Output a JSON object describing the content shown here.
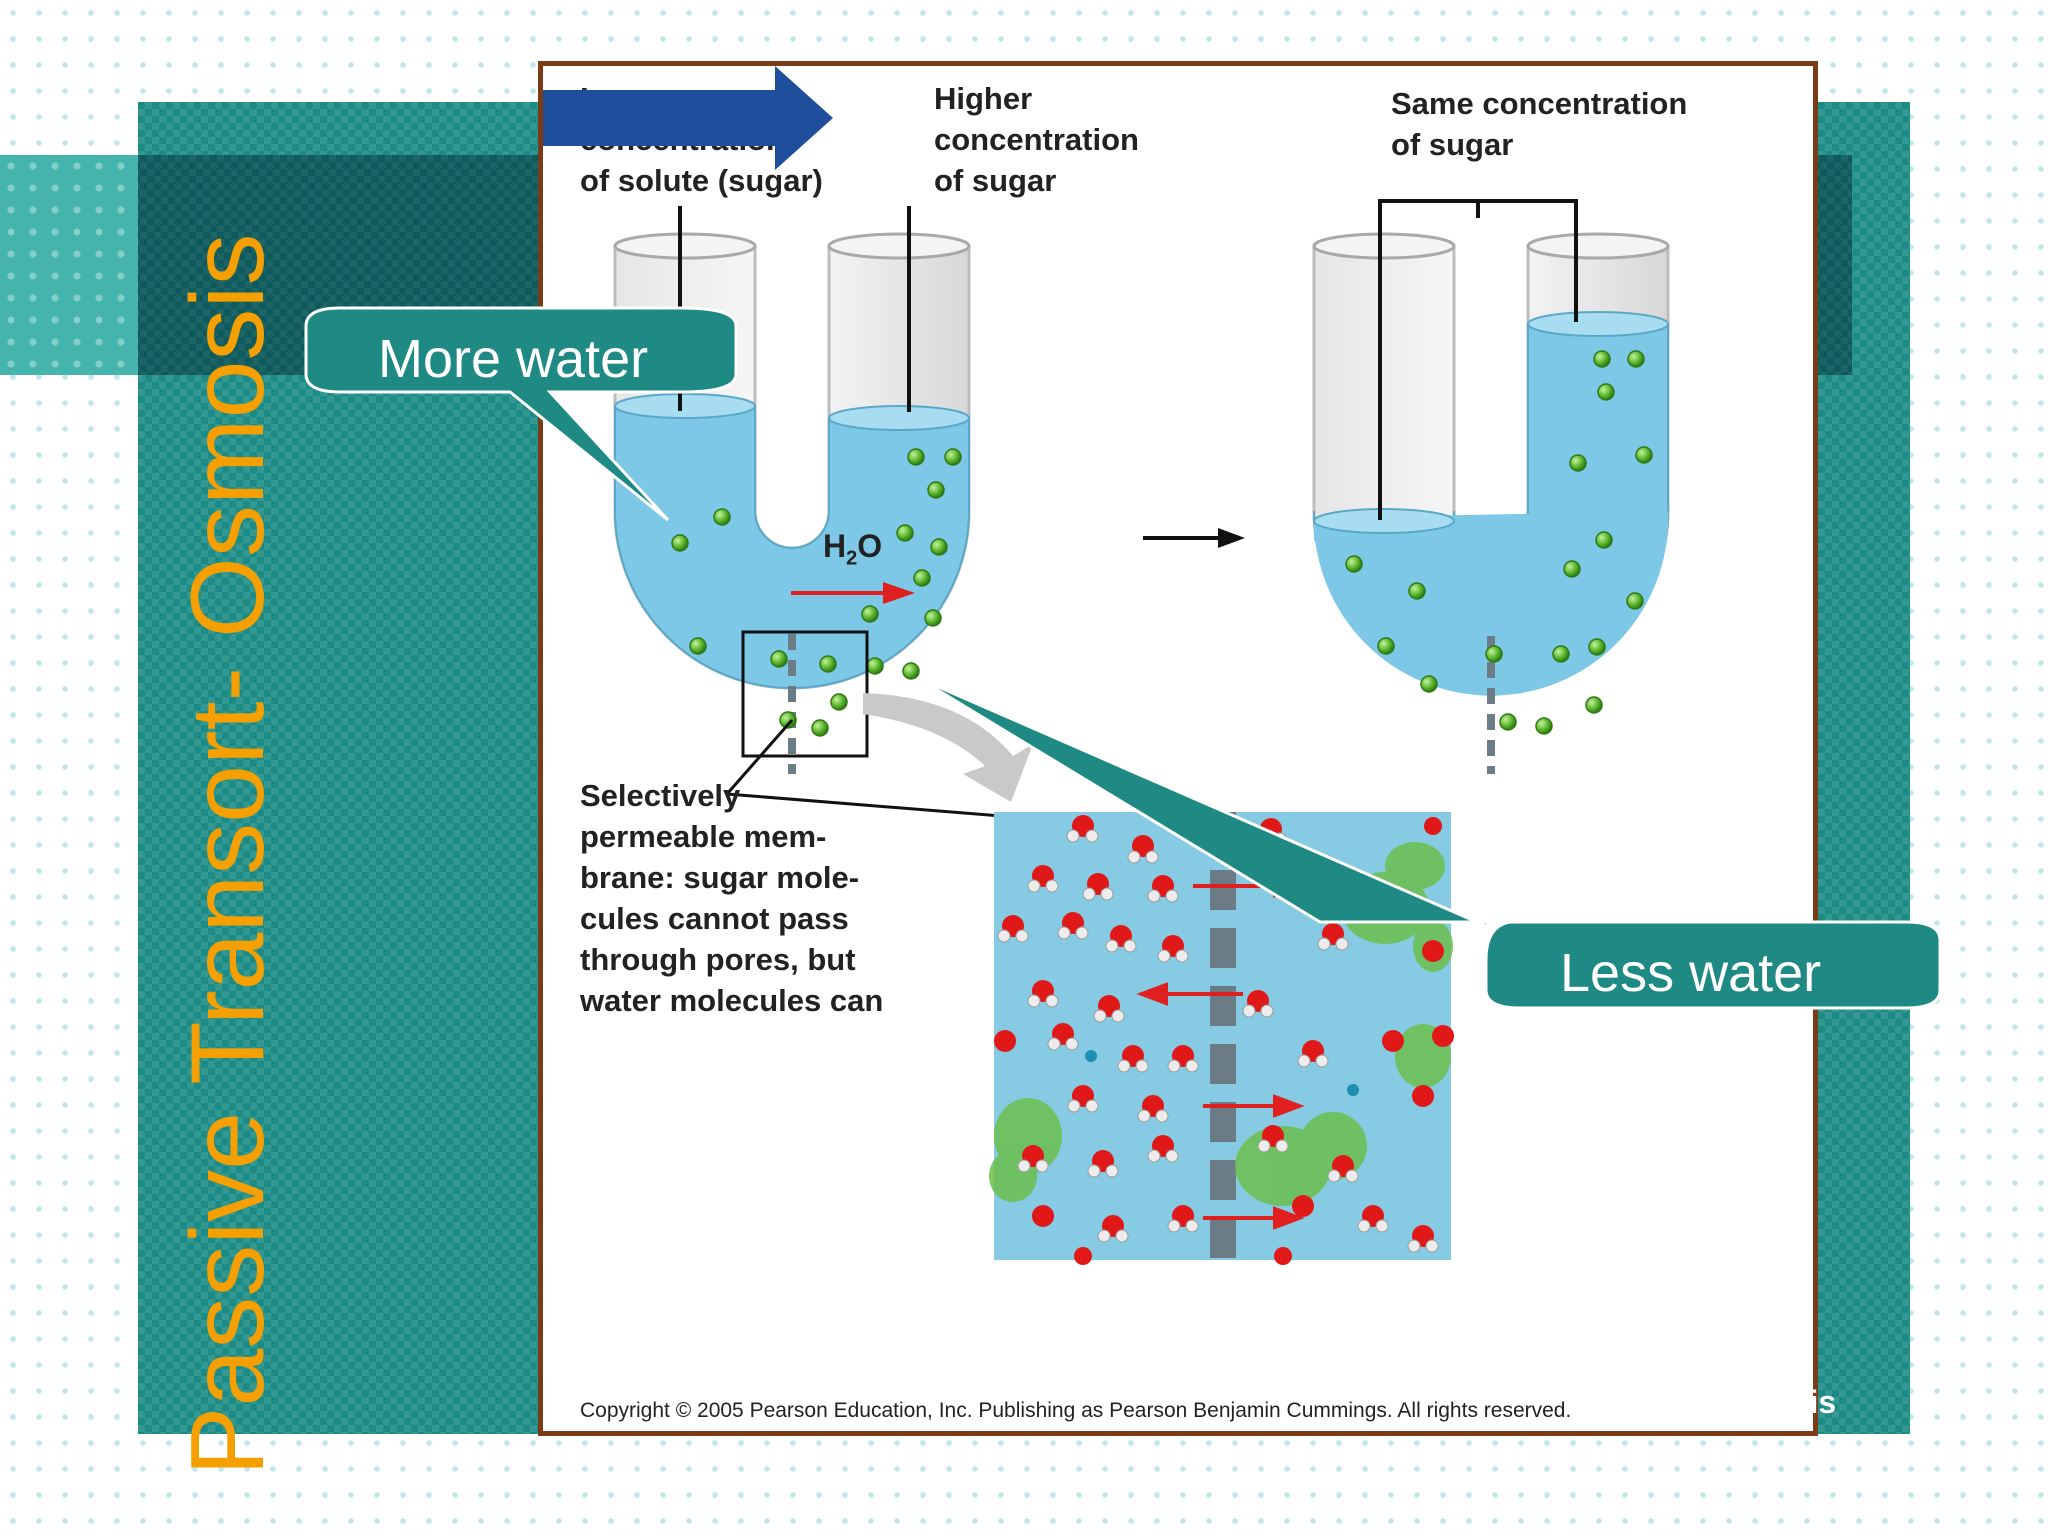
{
  "slide": {
    "title": "Passive Transort- Osmosis",
    "title_color": "#f5a000",
    "band_color": "#1c8b86",
    "frame_color": "#7a3c16"
  },
  "figure": {
    "label_lower": "Lower\nconcentration\nof solute (sugar)",
    "label_higher": "Higher\nconcentration\nof sugar",
    "label_same": "Same concentration\nof sugar",
    "h2o": "H",
    "h2o_sub": "2",
    "h2o_tail": "O",
    "membrane_caption": "Selectively\npermeable mem-\nbrane: sugar mole-\ncules cannot pass\nthrough pores, but\nwater molecules can",
    "osmosis_arrow_label": "Osmosis",
    "copyright": "Copyright © 2005 Pearson Education, Inc. Publishing as Pearson Benjamin Cummings. All rights reserved.",
    "water_color": "#7cc8e6",
    "sugar_color": "#5cb82e",
    "arrow_color": "#1f4f9c"
  },
  "callouts": {
    "more_water": "More water",
    "less_water": "Less water",
    "color": "#1f8a84"
  }
}
